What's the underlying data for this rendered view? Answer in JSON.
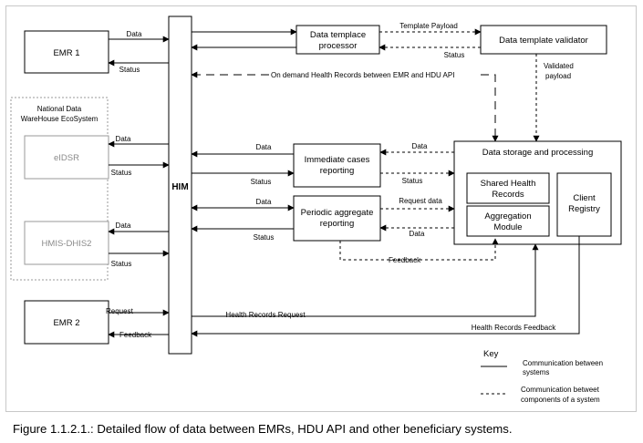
{
  "caption": "Figure 1.1.2.1.: Detailed flow of data between EMRs, HDU API and other beneficiary systems.",
  "nodes": {
    "emr1": "EMR 1",
    "emr2": "EMR 2",
    "him": "HIM",
    "eco_line1": "National Data",
    "eco_line2": "WareHouse EcoSystem",
    "eidsr": "eIDSR",
    "hmis": "HMIS-DHIS2",
    "dtp_line1": "Data templace",
    "dtp_line2": "processor",
    "dtv": "Data template validator",
    "icr_line1": "Immediate cases",
    "icr_line2": "reporting",
    "par_line1": "Periodic aggregate",
    "par_line2": "reporting",
    "dsp": "Data storage and processing",
    "shr_line1": "Shared Health",
    "shr_line2": "Records",
    "agg_line1": "Aggregation",
    "agg_line2": "Module",
    "cr_line1": "Client",
    "cr_line2": "Registry"
  },
  "labels": {
    "emr1_data": "Data",
    "emr1_status": "Status",
    "tpl_payload": "Template Payload",
    "dtv_status": "Status",
    "validated1": "Validated",
    "validated2": "payload",
    "on_demand": "On demand Health Records between EMR and HDU API",
    "eidsr_data": "Data",
    "eidsr_status": "Status",
    "icr_data": "Data",
    "icr_status": "Status",
    "dsp_data_icr": "Data",
    "dsp_status_icr": "Status",
    "par_data": "Data",
    "par_status": "Status",
    "req_data": "Request data",
    "dsp_data_par": "Data",
    "feedback_loop": "Feedback",
    "hmis_data": "Data",
    "hmis_status": "Status",
    "emr2_request": "Request",
    "emr2_feedback": "Feedback",
    "hr_request": "Health Records Request",
    "hr_feedback": "Health Records Feedback"
  },
  "key": {
    "title": "Key",
    "solid_line1": "Communication between",
    "solid_line2": "systems",
    "dashed_line1": "Communication betweet",
    "dashed_line2": "components of a system"
  }
}
